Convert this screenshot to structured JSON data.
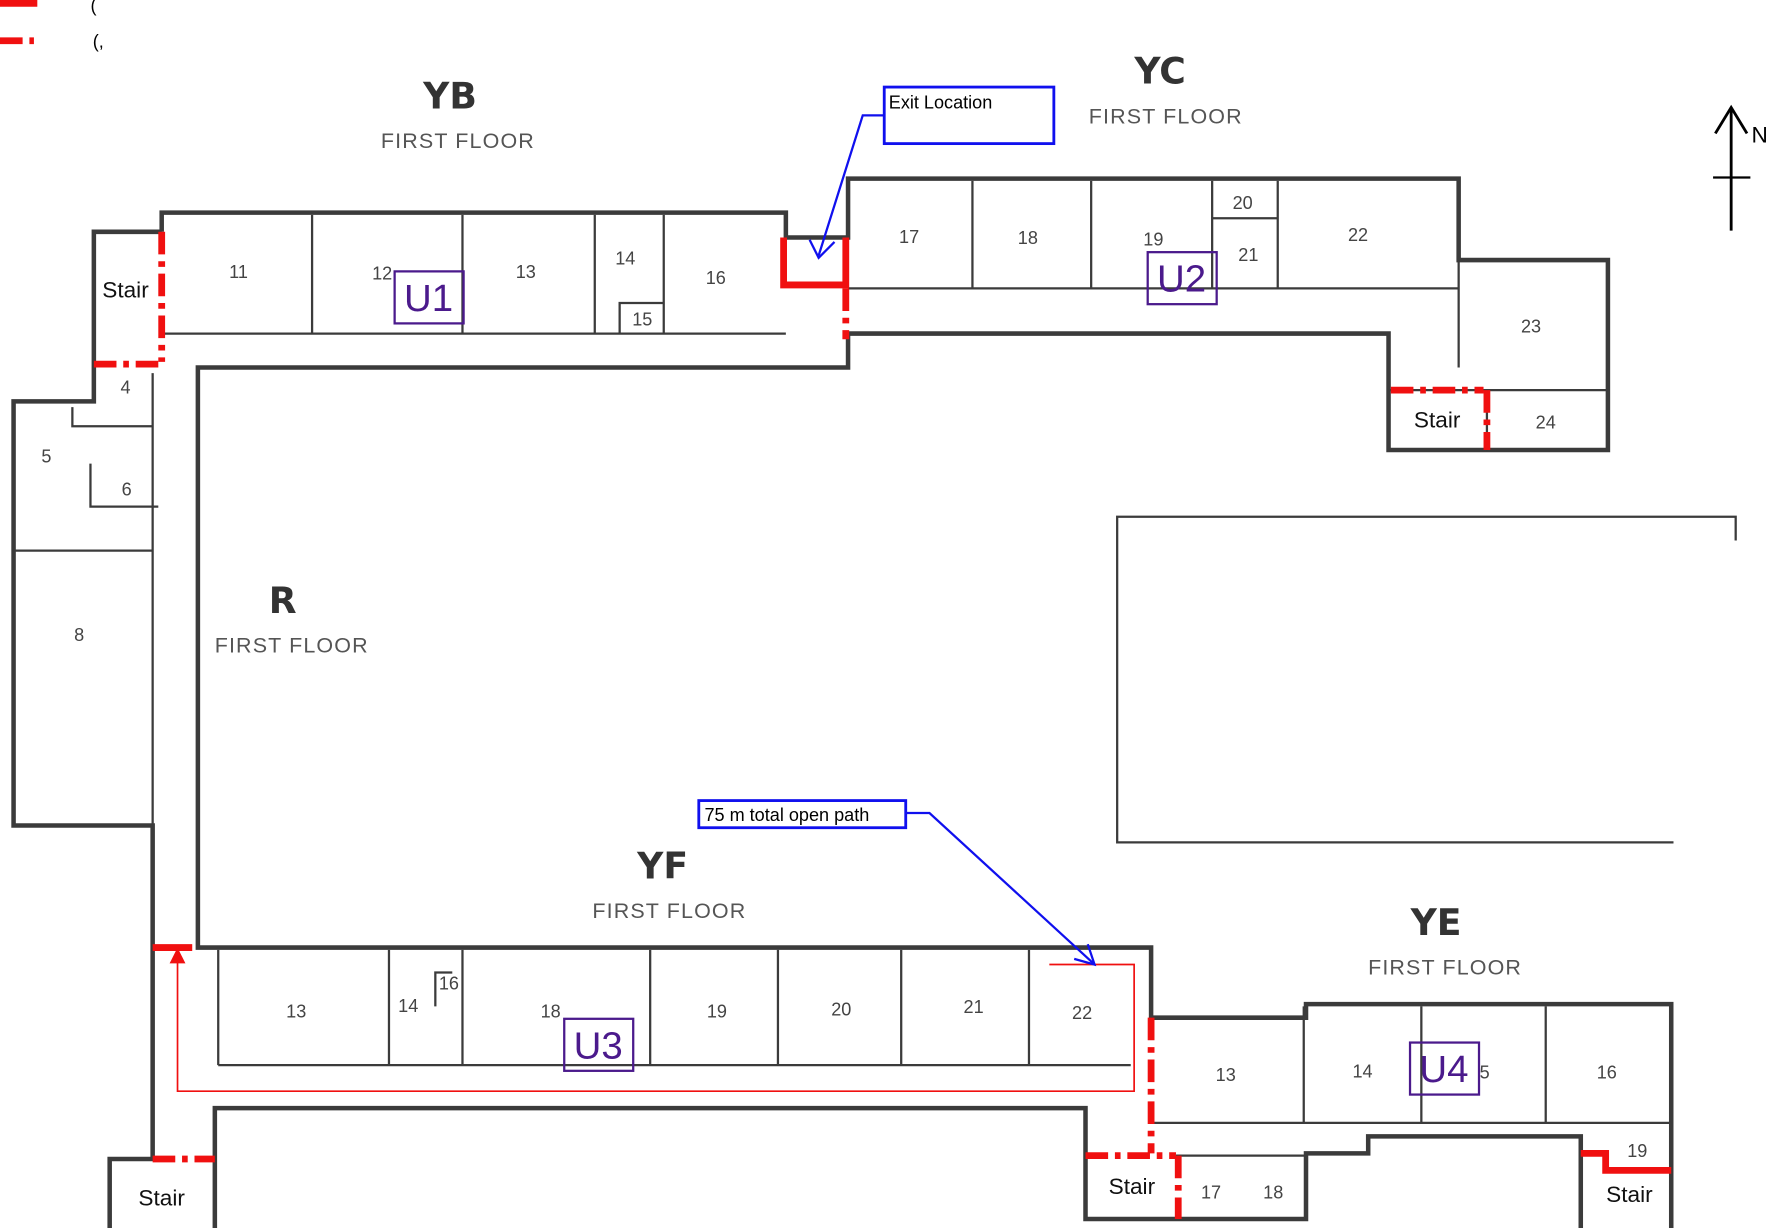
{
  "legend": [
    {
      "style": "solid-red",
      "label": "("
    },
    {
      "style": "dash-dot-red",
      "label": "(,"
    }
  ],
  "wings": [
    {
      "id": "YB",
      "floor": "FIRST FLOOR"
    },
    {
      "id": "YC",
      "floor": "FIRST FLOOR"
    },
    {
      "id": "R",
      "floor": "FIRST FLOOR"
    },
    {
      "id": "YF",
      "floor": "FIRST FLOOR"
    },
    {
      "id": "YE",
      "floor": "FIRST FLOOR"
    }
  ],
  "rooms": {
    "yb": [
      "11",
      "12",
      "13",
      "14",
      "15",
      "16",
      "4",
      "5",
      "6",
      "8"
    ],
    "yc": [
      "17",
      "18",
      "19",
      "20",
      "21",
      "22",
      "23",
      "24"
    ],
    "yf": [
      "13",
      "14",
      "16",
      "18",
      "19",
      "20",
      "21",
      "22"
    ],
    "ye": [
      "13",
      "14",
      "5",
      "16",
      "17",
      "18",
      "19"
    ]
  },
  "stair_label": "Stair",
  "units": [
    "U1",
    "U2",
    "U3",
    "U4"
  ],
  "callouts": {
    "exit": "Exit Location",
    "path": "75 m total open path"
  },
  "north": "N",
  "colors": {
    "wall": "#3b3b3b",
    "exit": "#f01010",
    "callout": "#1010ee",
    "unit": "#4b1a8c"
  }
}
